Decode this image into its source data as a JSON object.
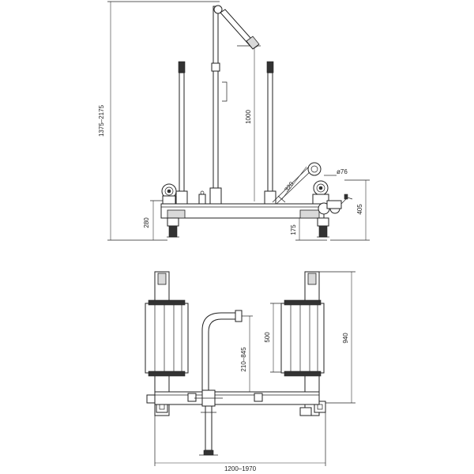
{
  "side_view": {
    "dim_total_height": "1375–2175",
    "dim_mast": "1000",
    "dim_arm": "320",
    "dim_diameter": "ø76",
    "dim_cradle_height": "405",
    "dim_frame_height": "280",
    "dim_caster": "175"
  },
  "top_view": {
    "dim_roller": "500",
    "dim_depth": "940",
    "dim_handle": "210–845",
    "dim_width": "1200–1970"
  }
}
